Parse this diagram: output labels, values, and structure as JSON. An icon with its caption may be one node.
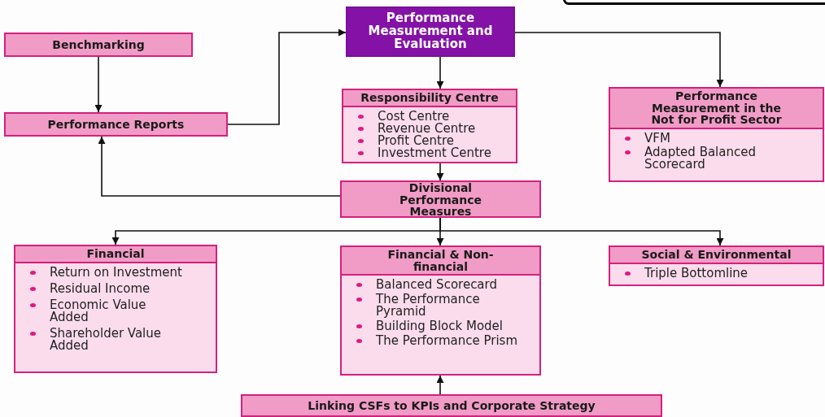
{
  "diagram": {
    "nodes": [
      {
        "text": [
          "Performance Measurement and Evaluation"
        ]
      },
      {
        "text": [
          "Benchmarking"
        ]
      },
      {
        "text": [
          "Performance Reports"
        ]
      },
      {
        "text": [
          "Responsibility Centre",
          "Cost Centre",
          "Revenue Centre",
          "Profit Centre",
          "Investment Centre"
        ]
      },
      {
        "text": [
          "Performance Measurement in the Not for Profit Sector",
          "VFM",
          "Adapted Balanced Scorecard"
        ]
      },
      {
        "text": [
          "Divisional Performance Measures"
        ]
      },
      {
        "text": [
          "Financial",
          "Return on Investment",
          "Residual Income",
          "Economic Value Added",
          "Shareholder Value Added"
        ]
      },
      {
        "text": [
          "Financial & Non-financial",
          "Balanced Scorecard",
          "The Performance Pyramid",
          "Building Block Model",
          "The Performance Prism"
        ]
      },
      {
        "text": [
          "Social & Environmental",
          "Triple Bottomline"
        ]
      },
      {
        "text": [
          "Linking CSFs to KPIs and Corporate Strategy"
        ]
      }
    ],
    "edges": [
      {
        "from": 1,
        "to": 2,
        "arrow": "to"
      },
      {
        "from": 2,
        "to": 0,
        "arrow": "to"
      },
      {
        "from": 0,
        "to": 3,
        "arrow": "to"
      },
      {
        "from": 0,
        "to": 4,
        "arrow": "to"
      },
      {
        "from": 3,
        "to": 5,
        "arrow": "to"
      },
      {
        "from": 5,
        "to": 2,
        "arrow": "to"
      },
      {
        "from": 5,
        "to": 6,
        "arrow": "to"
      },
      {
        "from": 5,
        "to": 7,
        "arrow": "to"
      },
      {
        "from": 5,
        "to": 8,
        "arrow": "to"
      },
      {
        "from": 9,
        "to": 7,
        "arrow": "to"
      }
    ]
  }
}
